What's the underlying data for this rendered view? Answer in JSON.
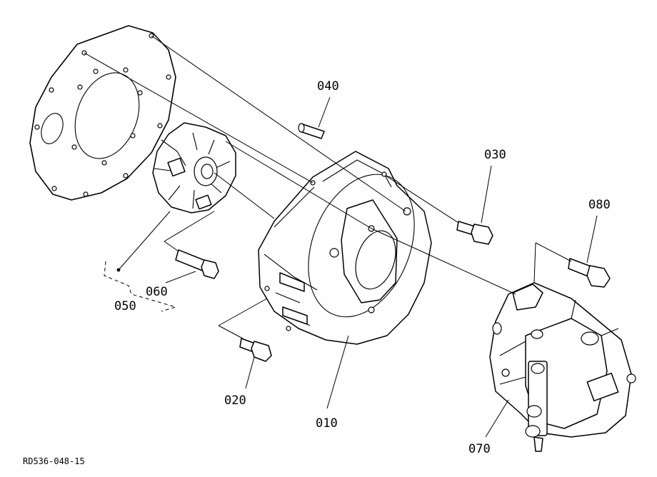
{
  "parts": [
    {
      "id": "040",
      "label": "040"
    },
    {
      "id": "030",
      "label": "030"
    },
    {
      "id": "080",
      "label": "080"
    },
    {
      "id": "060",
      "label": "060"
    },
    {
      "id": "050",
      "label": "050"
    },
    {
      "id": "020",
      "label": "020"
    },
    {
      "id": "010",
      "label": "010"
    },
    {
      "id": "070",
      "label": "070"
    }
  ],
  "drawing_ref": "RD536-048-15"
}
